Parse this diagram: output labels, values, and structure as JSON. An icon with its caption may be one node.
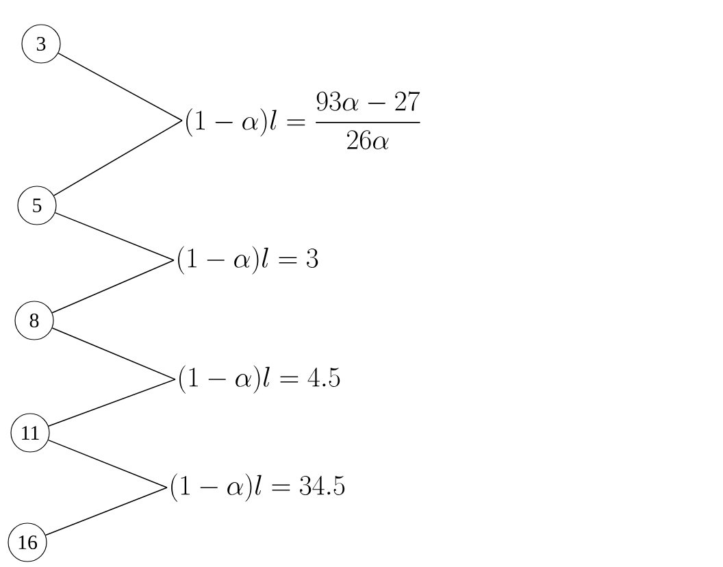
{
  "diagram": {
    "nodes": [
      {
        "text": [
          "3"
        ]
      },
      {
        "text": [
          "5"
        ]
      },
      {
        "text": [
          "8"
        ]
      },
      {
        "text": [
          "11"
        ]
      },
      {
        "text": [
          "16"
        ]
      },
      {
        "text": [
          "(1-\\alpha)l=\\dfrac{93\\alpha-27}{26\\alpha}"
        ]
      },
      {
        "text": [
          "(1-\\alpha)l=3"
        ]
      },
      {
        "text": [
          "(1-\\alpha)l=4.5"
        ]
      },
      {
        "text": [
          "(1-\\alpha)l=34.5"
        ]
      }
    ],
    "edges": [
      {
        "from": 0,
        "to": 5,
        "arrow": "none"
      },
      {
        "from": 1,
        "to": 5,
        "arrow": "none"
      },
      {
        "from": 1,
        "to": 6,
        "arrow": "none"
      },
      {
        "from": 2,
        "to": 6,
        "arrow": "none"
      },
      {
        "from": 2,
        "to": 7,
        "arrow": "none"
      },
      {
        "from": 3,
        "to": 7,
        "arrow": "none"
      },
      {
        "from": 3,
        "to": 8,
        "arrow": "none"
      },
      {
        "from": 4,
        "to": 8,
        "arrow": "none"
      }
    ]
  }
}
